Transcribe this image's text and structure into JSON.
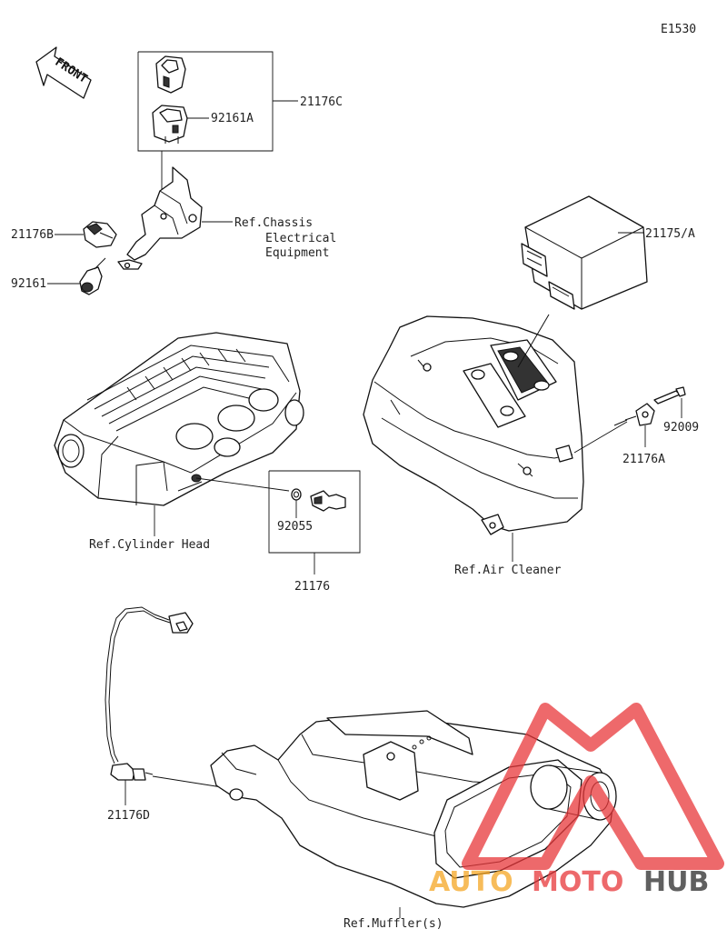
{
  "diagram_code": "E1530",
  "front_label": "FRONT",
  "labels": {
    "p21176C": "21176C",
    "p92161A": "92161A",
    "p21176B": "21176B",
    "p92161": "92161",
    "ref_chassis_1": "Ref.Chassis",
    "ref_chassis_2": "Electrical",
    "ref_chassis_3": "Equipment",
    "p21175A": "21175/A",
    "p92009": "92009",
    "p21176A": "21176A",
    "ref_cylinder_head": "Ref.Cylinder Head",
    "p92055": "92055",
    "p21176": "21176",
    "ref_air_cleaner": "Ref.Air Cleaner",
    "p21176D": "21176D",
    "ref_muffler": "Ref.Muffler(s)"
  },
  "watermark": {
    "text_auto": "AUTO",
    "text_moto": "MOTO",
    "text_hub": "HUB",
    "color_red": "#e8373a",
    "color_orange": "#f5a623",
    "color_dark": "#2b2b2b"
  }
}
